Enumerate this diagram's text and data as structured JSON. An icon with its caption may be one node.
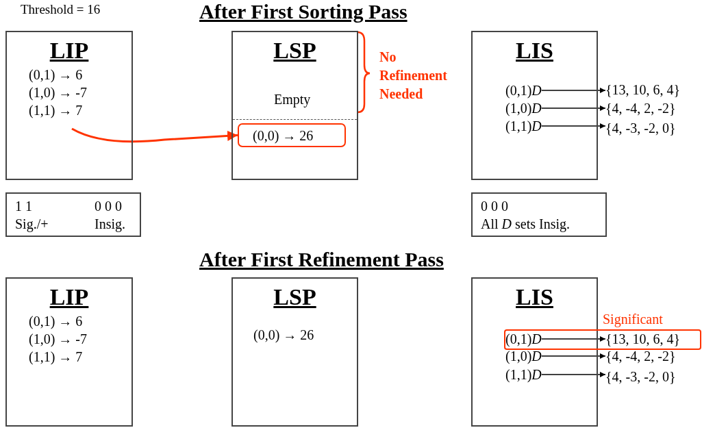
{
  "diagram": {
    "nodes": [
      {
        "text": [
          "LIP",
          "(0,1) → 6",
          "(1,0) → -7",
          "(1,1) → 7"
        ]
      },
      {
        "text": [
          "LSP",
          "Empty"
        ]
      },
      {
        "text": [
          "(0,0) → 26"
        ],
        "in": 1
      },
      {
        "text": [
          "LIS"
        ]
      },
      {
        "text": [
          "(0,1)*D*"
        ],
        "in": 3
      },
      {
        "text": [
          "(1,0)*D*"
        ],
        "in": 3
      },
      {
        "text": [
          "(1,1)*D*"
        ],
        "in": 3
      },
      {
        "text": [
          "{13, 10, 6, 4}"
        ]
      },
      {
        "text": [
          "{4, -4, 2, -2}"
        ]
      },
      {
        "text": [
          "{4, -3, -2, 0}"
        ]
      },
      {
        "text": [
          "1 1",
          "0 0 0",
          "Sig./+",
          "Insig."
        ]
      },
      {
        "text": [
          "0 0 0",
          "All *D* sets Insig."
        ]
      },
      {
        "text": [
          "LIP",
          "(0,1) → 6",
          "(1,0) → -7",
          "(1,1) → 7"
        ]
      },
      {
        "text": [
          "LSP",
          "(0,0) → 26"
        ]
      },
      {
        "text": [
          "LIS"
        ]
      },
      {
        "text": [],
        "shape": "box",
        "beside": [
          "Significant"
        ]
      },
      {
        "text": [
          "(0,1)*D*"
        ]
      },
      {
        "text": [
          "{13, 10, 6, 4}"
        ],
        "in": 15
      },
      {
        "text": [
          "(1,0)*D*"
        ],
        "in": 14
      },
      {
        "text": [
          "(1,1)*D*"
        ],
        "in": 14
      },
      {
        "text": [
          "{4, -4, 2, -2}"
        ]
      },
      {
        "text": [
          "{4, -3, -2, 0}"
        ]
      }
    ],
    "edges": [
      {
        "from": 0,
        "to": 2,
        "arrow": "to",
        "color": "#ff3300"
      },
      {
        "from": 4,
        "to": 7,
        "arrow": "to"
      },
      {
        "from": 5,
        "to": 8,
        "arrow": "to"
      },
      {
        "from": 6,
        "to": 9,
        "arrow": "to"
      },
      {
        "from": 16,
        "to": 17,
        "arrow": "to"
      },
      {
        "from": 18,
        "to": 20,
        "arrow": "to"
      },
      {
        "from": 19,
        "to": 21,
        "arrow": "to"
      }
    ],
    "labels": [
      "Threshold = 16",
      "After First Sorting Pass",
      "No Refinement Needed",
      "After First Refinement Pass"
    ]
  }
}
